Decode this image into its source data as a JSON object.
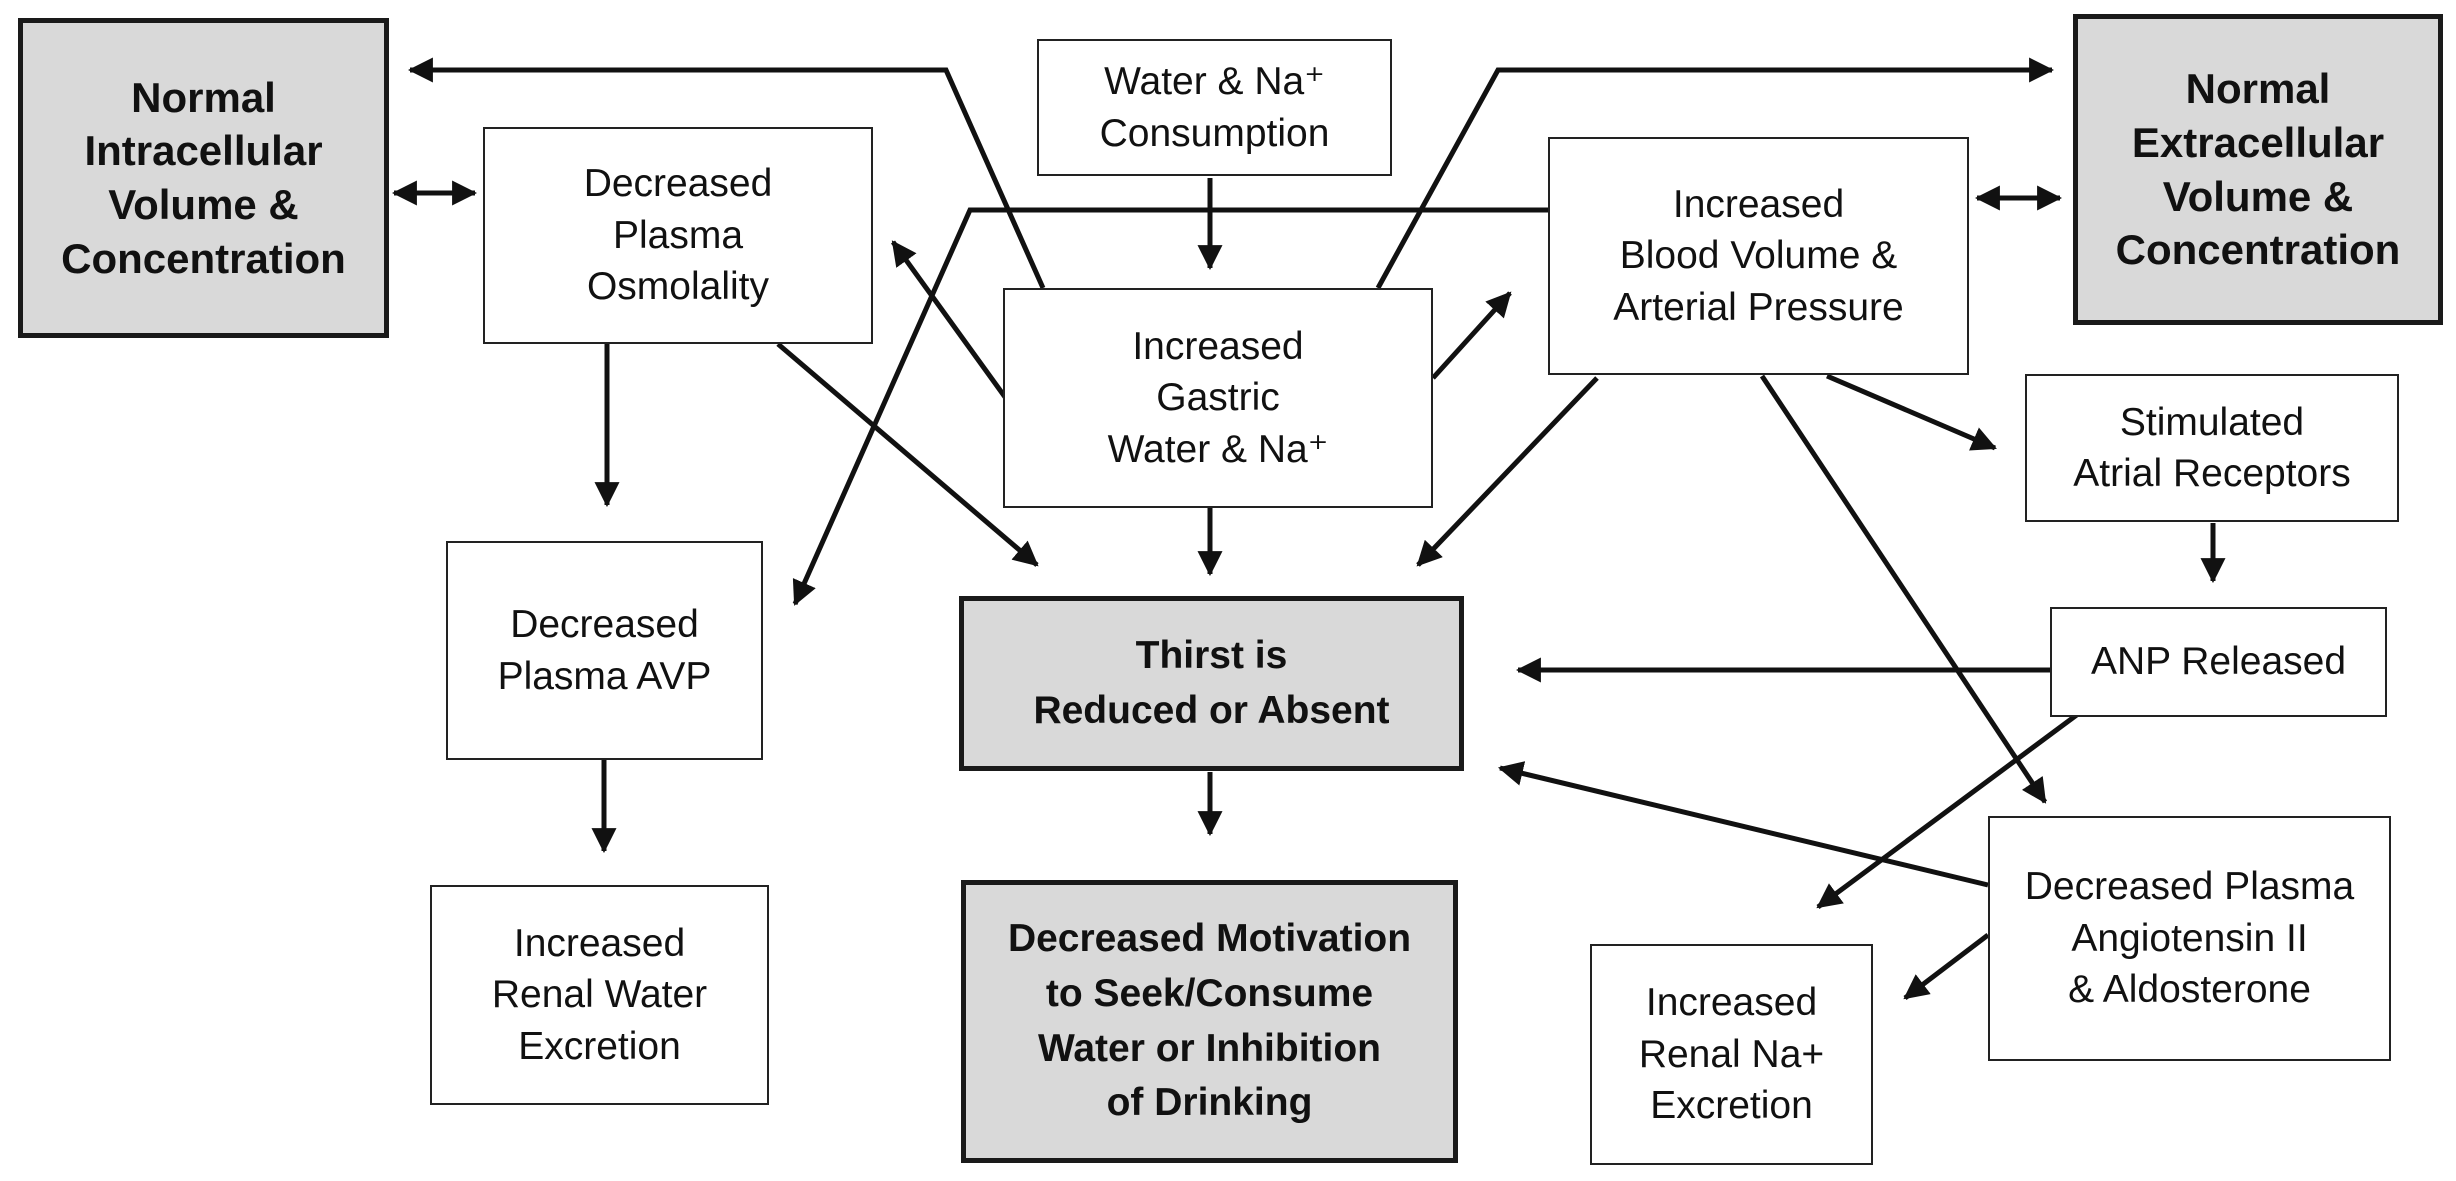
{
  "nodes": {
    "intracellular": "Normal\nIntracellular\nVolume &\nConcentration",
    "extracellular": "Normal\nExtracellular\nVolume &\nConcentration",
    "water_na_consumption": "Water & Na⁺\nConsumption",
    "plasma_osmolality": "Decreased\nPlasma\nOsmolality",
    "gastric": "Increased\nGastric\nWater & Na⁺",
    "blood_volume": "Increased\nBlood Volume &\nArterial Pressure",
    "atrial_receptors": "Stimulated\nAtrial Receptors",
    "plasma_avp": "Decreased\nPlasma AVP",
    "thirst": "Thirst is\nReduced or Absent",
    "anp": "ANP Released",
    "renal_water": "Increased\nRenal Water\nExcretion",
    "motivation": "Decreased Motivation\nto Seek/Consume\nWater or Inhibition\nof Drinking",
    "angiotensin": "Decreased Plasma\nAngiotensin II\n& Aldosterone",
    "renal_na": "Increased\nRenal Na+\nExcretion"
  },
  "colors": {
    "key_fill": "#d9d9d9",
    "box_fill": "#ffffff",
    "line": "#111111"
  }
}
